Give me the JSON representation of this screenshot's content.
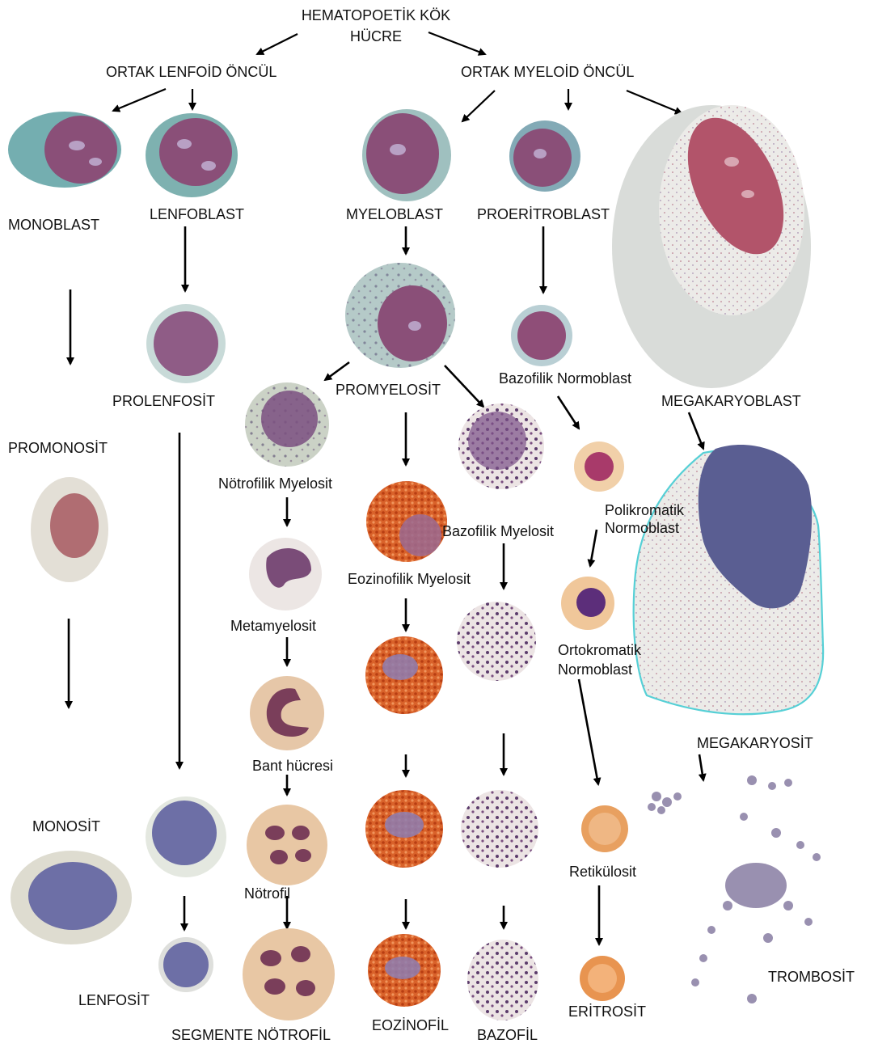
{
  "labels": {
    "hsc_line1": "HEMATOPOETİK KÖK",
    "hsc_line2": "HÜCRE",
    "lymphoid_progenitor": "ORTAK LENFOİD ÖNCÜL",
    "myeloid_progenitor": "ORTAK MYELOİD ÖNCÜL",
    "monoblast": "MONOBLAST",
    "lenfoblast": "LENFOBLAST",
    "myeloblast": "MYELOBLAST",
    "proeritroblast": "PROERİTROBLAST",
    "prolenfosit": "PROLENFOSİT",
    "promyelosit": "PROMYELOSİT",
    "bazofilik_normoblast": "Bazofilik Normoblast",
    "megakaryoblast": "MEGAKARYOBLAST",
    "promonosit": "PROMONOSİT",
    "notrofilik_myelosit": "Nötrofilik Myelosit",
    "bazofilik_myelosit": "Bazofilik Myelosit",
    "polikromatik_line1": "Polikromatik",
    "polikromatik_line2": "Normoblast",
    "eozinofilik_myelosit": "Eozinofilik Myelosit",
    "metamyelosit": "Metamyelosit",
    "ortokromatik_line1": "Ortokromatik",
    "ortokromatik_line2": "Normoblast",
    "megakaryosit": "MEGAKARYOSİT",
    "bant_hucresi": "Bant hücresi",
    "monosit": "MONOSİT",
    "retikulosit": "Retikülosit",
    "notrofil": "Nötrofil",
    "trombosit": "TROMBOSİT",
    "lenfosit": "LENFOSİT",
    "eritrosit": "ERİTROSİT",
    "segmente_notrofil": "SEGMENTE NÖTROFİL",
    "eozinofil": "EOZİNOFİL",
    "bazofil": "BAZOFİL"
  },
  "colors": {
    "text": "#111111",
    "arrow": "#000000",
    "blast_cytoplasm": "#6fa9a6",
    "blast_nucleus": "#8a4f78",
    "eosinophil_granules": "#d4571c",
    "erythrocyte": "#e39a55",
    "megakaryocyte_nucleus": "#5a5e92",
    "megakaryocyte_outline": "#56d0d6"
  }
}
